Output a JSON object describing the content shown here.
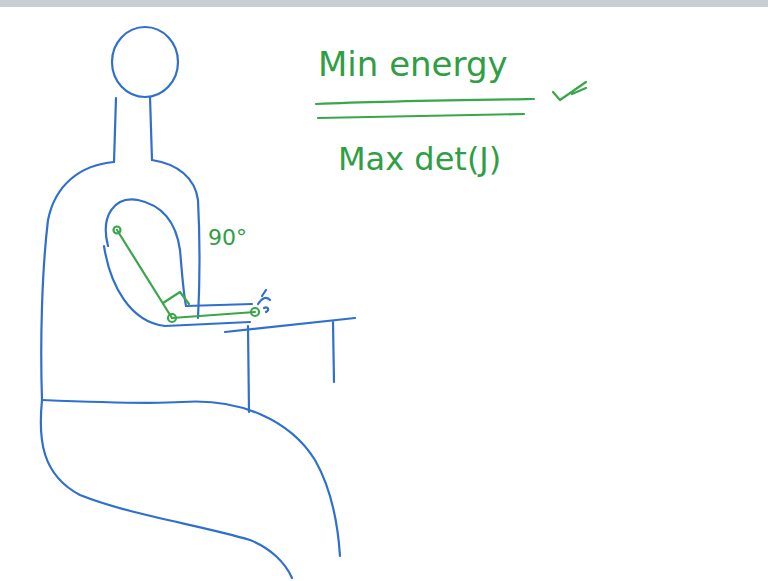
{
  "diagram": {
    "labels": [
      "Min energy",
      "Max det(J)",
      "90°"
    ]
  }
}
